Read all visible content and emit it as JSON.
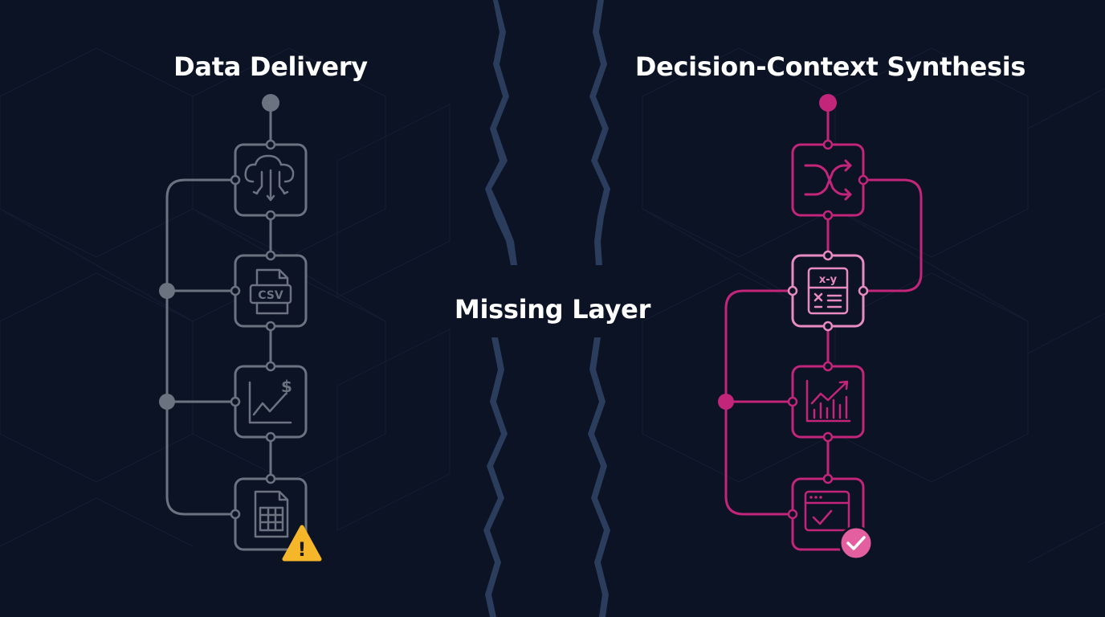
{
  "left_panel": {
    "title": "Data Delivery",
    "stroke_color": "#6c7380",
    "nodes": [
      {
        "icon": "cloud-download-icon"
      },
      {
        "icon": "csv-file-icon",
        "label": "CSV"
      },
      {
        "icon": "line-chart-dollar-icon",
        "label": "$"
      },
      {
        "icon": "spreadsheet-icon"
      }
    ],
    "badge": {
      "icon": "warning-icon",
      "symbol": "!",
      "color": "#f5b62a"
    }
  },
  "center": {
    "label": "Missing Layer",
    "crack_color": "#2b3d5c"
  },
  "right_panel": {
    "title": "Decision-Context Synthesis",
    "stroke_color": "#c2257a",
    "highlight_color": "#e88bc3",
    "nodes": [
      {
        "icon": "shuffle-icon"
      },
      {
        "icon": "formula-calculator-icon",
        "label": "x-y"
      },
      {
        "icon": "bar-growth-chart-icon"
      },
      {
        "icon": "browser-window-check-icon"
      }
    ],
    "badge": {
      "icon": "check-circle-icon",
      "color": "#e35f9f"
    }
  },
  "background_color": "#0c1325"
}
